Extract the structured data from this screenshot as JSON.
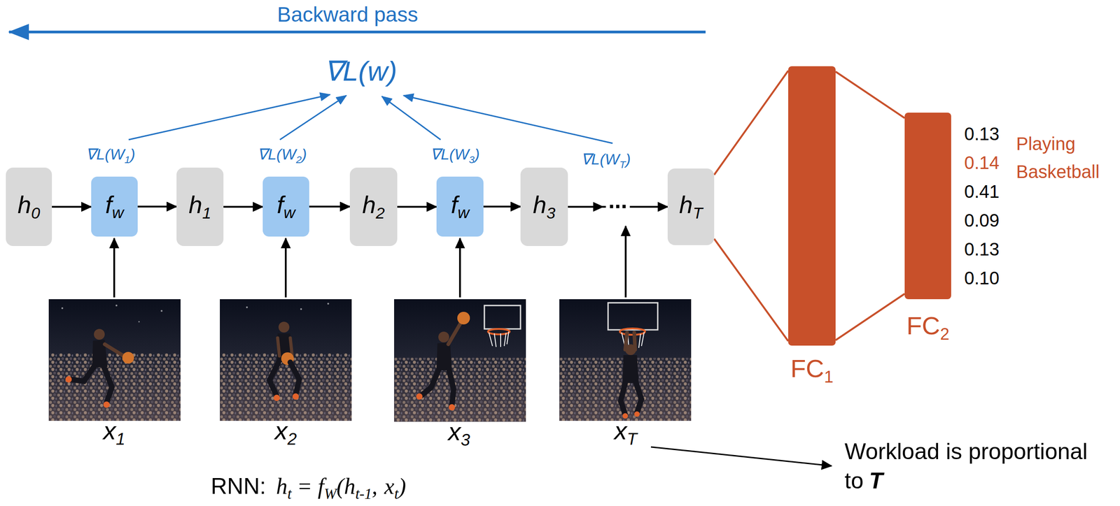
{
  "diagram": {
    "nodes": [
      {
        "text": [
          "h",
          "0"
        ]
      },
      {
        "text": [
          "f",
          "w"
        ]
      },
      {
        "text": [
          "h",
          "1"
        ]
      },
      {
        "text": [
          "f",
          "w"
        ]
      },
      {
        "text": [
          "h",
          "2"
        ]
      },
      {
        "text": [
          "f",
          "w"
        ]
      },
      {
        "text": [
          "h",
          "3"
        ]
      },
      {
        "text": [
          "h",
          "T"
        ]
      },
      {
        "text": [
          "FC",
          "1"
        ]
      },
      {
        "text": [
          "FC",
          "2"
        ]
      }
    ],
    "edges": [
      {
        "from": 0,
        "to": 1,
        "arrow": "to"
      },
      {
        "from": 1,
        "to": 2,
        "arrow": "to"
      },
      {
        "from": 2,
        "to": 3,
        "arrow": "to"
      },
      {
        "from": 3,
        "to": 4,
        "arrow": "to"
      },
      {
        "from": 4,
        "to": 5,
        "arrow": "to"
      },
      {
        "from": 5,
        "to": 6,
        "arrow": "to"
      },
      {
        "from": 6,
        "to": 7,
        "label": "...",
        "arrow": "to"
      },
      {
        "from": 7,
        "to": 8,
        "arrow": "none"
      },
      {
        "from": 8,
        "to": 9,
        "arrow": "none"
      }
    ],
    "labels": [
      "Backward pass",
      "∇L(w)",
      "∇L(W",
      "1",
      ")",
      "∇L(W",
      "2",
      ")",
      "∇L(W",
      "3",
      ")",
      "∇L(W",
      "T",
      ")",
      "0.13",
      "0.14",
      "0.41",
      "0.09",
      "0.13",
      "0.10",
      "Playing Basketball",
      "x",
      "1",
      "x",
      "2",
      "x",
      "3",
      "x",
      "T",
      "RNN:",
      "h",
      "t",
      "=",
      "f",
      "W",
      "(h",
      "t-1",
      ",",
      "x",
      "t",
      ")",
      "Workload is proportional to",
      "T"
    ]
  }
}
